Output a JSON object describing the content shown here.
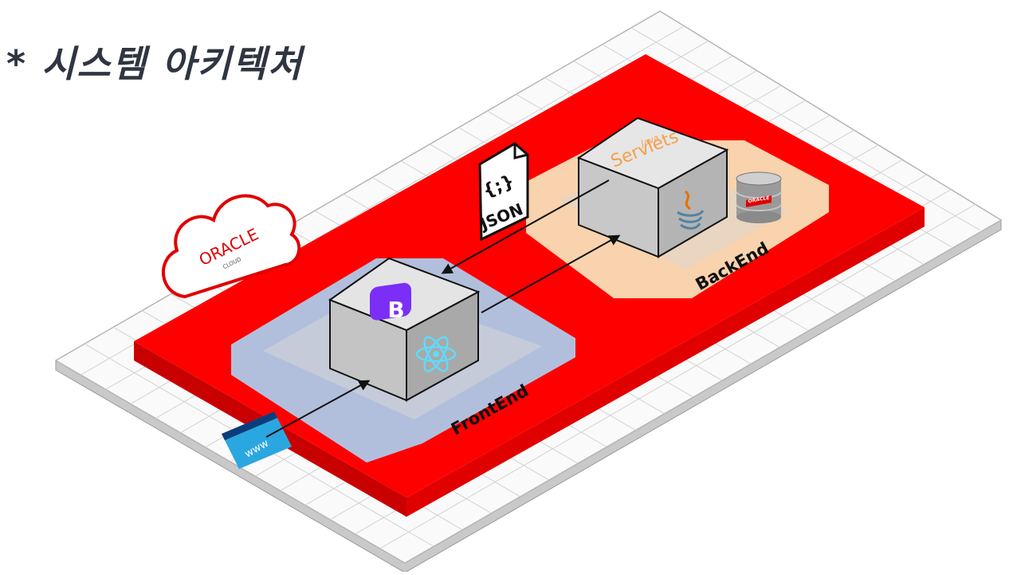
{
  "title": "* 시스템 아키텍처",
  "frontend": {
    "label": "FrontEnd",
    "icons": [
      "bootstrap-icon",
      "react-icon"
    ],
    "bootstrap_letter": "B"
  },
  "backend": {
    "label": "BackEnd",
    "servlet_small": "Java",
    "servlet_text": "Servlets",
    "icons": [
      "java-icon",
      "oracle-database-icon"
    ],
    "db_label": "ORACLE"
  },
  "json_badge": {
    "symbol": "{;}",
    "label": "JSON"
  },
  "cloud": {
    "brand": "ORACLE",
    "sub": "CLOUD"
  },
  "client": {
    "label": "www"
  },
  "colors": {
    "oracle_red": "#ff0000",
    "frontend_zone": "#aad4f4",
    "backend_zone": "#f8deb6",
    "cube": "#d9d9d9",
    "bootstrap_purple": "#7b2ff6",
    "react_blue": "#61dafb",
    "servlet_orange": "#f5a04a",
    "www_blue": "#2aa7e0"
  }
}
